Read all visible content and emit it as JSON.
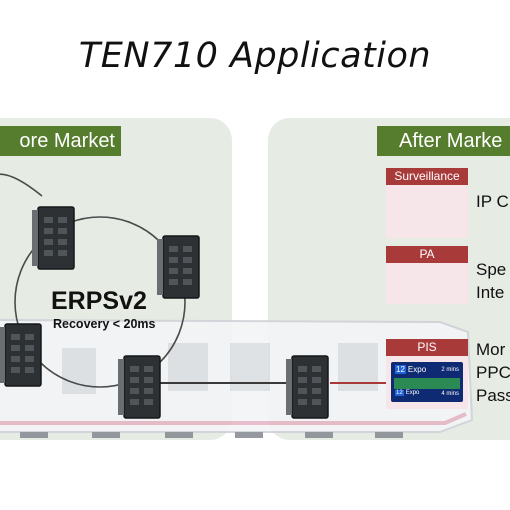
{
  "title": "TEN710 Application",
  "left_market": {
    "label": "ore Market"
  },
  "right_market": {
    "label": "After Marke"
  },
  "ring": {
    "protocol": "ERPSv2",
    "recovery": "Recovery < 20ms"
  },
  "applications": [
    {
      "tag": "Surveillance",
      "icon": "dome-camera-icon",
      "text_lines": [
        "IP C"
      ]
    },
    {
      "tag": "PA",
      "icon": "megaphone-icon",
      "text_lines": [
        "Spe",
        "Inte"
      ]
    },
    {
      "tag": "PIS",
      "icon": "display-screen-icon",
      "text_lines": [
        "Mor",
        "PPC",
        "Pass"
      ]
    }
  ],
  "pis_screen": {
    "row1_num": "12",
    "row1_station": "Expo",
    "row1_time": "2 mins",
    "row2_num": "12",
    "row2_station": "Expo",
    "row2_time": "4 mins"
  },
  "colors": {
    "market_tag": "#567d2e",
    "card_header": "#a83a3a",
    "card_body": "#f6e6e9",
    "panel": "#e6ebe4",
    "screen": "#0d2a73"
  }
}
